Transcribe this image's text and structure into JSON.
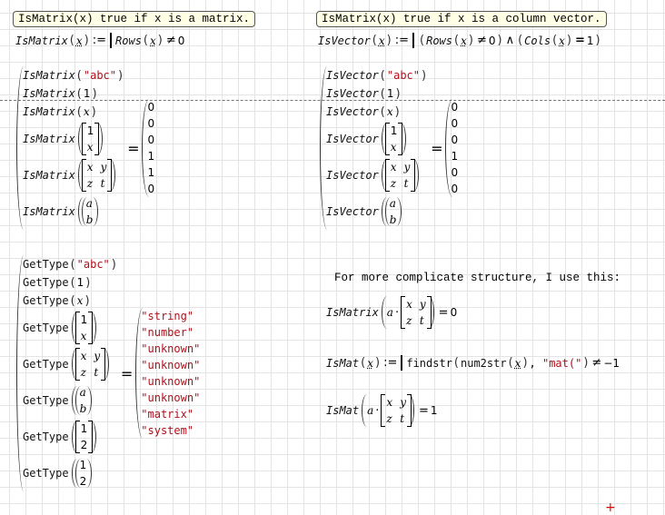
{
  "notes": {
    "left": "IsMatrix(x) true if x is a matrix.",
    "right": "IsMatrix(x) true if x is a column vector."
  },
  "defs": {
    "ismatrix": {
      "fn": "IsMatrix",
      "arg": "x",
      "assign": ":=",
      "body_fn": "Rows",
      "op": "≠",
      "rhs": "0"
    },
    "isvector": {
      "fn": "IsVector",
      "arg": "x",
      "assign": ":=",
      "f1": "Rows",
      "op1": "≠",
      "v1": "0",
      "and": "∧",
      "f2": "Cols",
      "op2": "=",
      "v2": "1"
    },
    "ismat": {
      "fn": "IsMat",
      "arg": "x",
      "assign": ":=",
      "f1": "findstr",
      "f2": "num2str",
      "comma": ",",
      "str": "\"mat(\"",
      "op": "≠",
      "rhs": "−1"
    }
  },
  "systems": [
    {
      "fn": "IsMatrix",
      "italic": true,
      "args": [
        {
          "type": "str",
          "v": "\"abc\""
        },
        {
          "type": "num",
          "v": "1"
        },
        {
          "type": "var",
          "v": "x"
        },
        {
          "type": "mat",
          "rows": [
            [
              "1"
            ],
            [
              "x"
            ]
          ]
        },
        {
          "type": "mat",
          "rows": [
            [
              "x",
              "y"
            ],
            [
              "z",
              "t"
            ]
          ]
        },
        {
          "type": "sys",
          "rows": [
            "a",
            "b"
          ]
        }
      ],
      "results": [
        "0",
        "0",
        "0",
        "1",
        "1",
        "0"
      ]
    },
    {
      "fn": "IsVector",
      "italic": true,
      "args": [
        {
          "type": "str",
          "v": "\"abc\""
        },
        {
          "type": "num",
          "v": "1"
        },
        {
          "type": "var",
          "v": "x"
        },
        {
          "type": "mat",
          "rows": [
            [
              "1"
            ],
            [
              "x"
            ]
          ]
        },
        {
          "type": "mat",
          "rows": [
            [
              "x",
              "y"
            ],
            [
              "z",
              "t"
            ]
          ]
        },
        {
          "type": "sys",
          "rows": [
            "a",
            "b"
          ]
        }
      ],
      "results": [
        "0",
        "0",
        "0",
        "1",
        "0",
        "0"
      ]
    },
    {
      "fn": "GetType",
      "italic": false,
      "args": [
        {
          "type": "str",
          "v": "\"abc\""
        },
        {
          "type": "num",
          "v": "1"
        },
        {
          "type": "var",
          "v": "x"
        },
        {
          "type": "mat",
          "rows": [
            [
              "1"
            ],
            [
              "x"
            ]
          ]
        },
        {
          "type": "mat",
          "rows": [
            [
              "x",
              "y"
            ],
            [
              "z",
              "t"
            ]
          ]
        },
        {
          "type": "sys",
          "rows": [
            "a",
            "b"
          ]
        },
        {
          "type": "mat",
          "rows": [
            [
              "1"
            ],
            [
              "2"
            ]
          ]
        },
        {
          "type": "sys",
          "rows": [
            "1",
            "2"
          ]
        }
      ],
      "results": [
        "\"string\"",
        "\"number\"",
        "\"unknown\"",
        "\"unknown\"",
        "\"unknown\"",
        "\"unknown\"",
        "\"matrix\"",
        "\"system\""
      ],
      "result_color": "#b0101a"
    }
  ],
  "comment": "For more complicate structure, I use this:",
  "examples": {
    "ismatrix": {
      "fn": "IsMatrix",
      "scalar": "a",
      "dot": "·",
      "m": [
        [
          "x",
          "y"
        ],
        [
          "z",
          "t"
        ]
      ],
      "eq": "=",
      "result": "0"
    },
    "ismat": {
      "fn": "IsMat",
      "scalar": "a",
      "dot": "·",
      "m": [
        [
          "x",
          "y"
        ],
        [
          "z",
          "t"
        ]
      ],
      "eq": "=",
      "result": "1"
    }
  },
  "colors": {
    "string": "#b0101a",
    "note_bg": "#ffffe6",
    "grid": "#e4e4e4",
    "cursor": "#e00000"
  }
}
